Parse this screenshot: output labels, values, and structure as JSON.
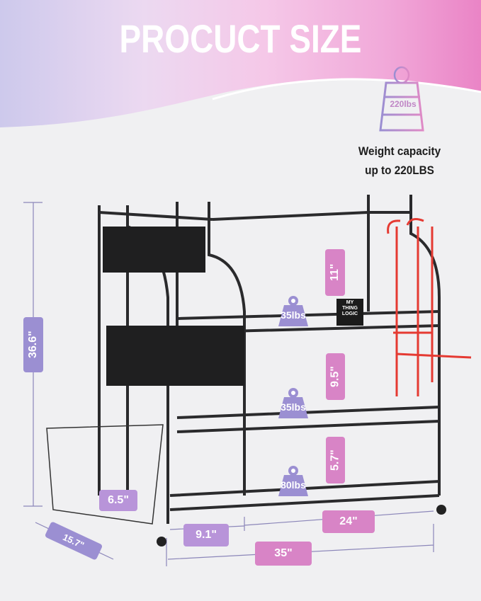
{
  "header": {
    "title": "PROCUCT SIZE"
  },
  "weight_badge": {
    "icon": "kettlebell-weight-icon",
    "label": "220lbs",
    "caption_line1": "Weight capacity",
    "caption_line2": "up to 220LBS"
  },
  "dimensions": {
    "height": "36.6\"",
    "shelf_gap_top": "11\"",
    "shelf_gap_middle": "9.5\"",
    "shelf_gap_bottom": "5.7\"",
    "basket_height": "6.5\"",
    "depth": "15.7\"",
    "basket_width": "9.1\"",
    "shelf_width": "24\"",
    "total_width": "35\""
  },
  "shelf_loads": [
    {
      "label": "35lbs",
      "shelf": "top"
    },
    {
      "label": "35lbs",
      "shelf": "middle"
    },
    {
      "label": "80lbs",
      "shelf": "bottom"
    }
  ],
  "brand_tag": {
    "line1": "MY",
    "line2": "THING",
    "line3": "LOGIC"
  },
  "colors": {
    "lavender": "#9b8fd2",
    "pink": "#d884c6",
    "purple": "#b894d9",
    "hook_red": "#e53a32"
  }
}
